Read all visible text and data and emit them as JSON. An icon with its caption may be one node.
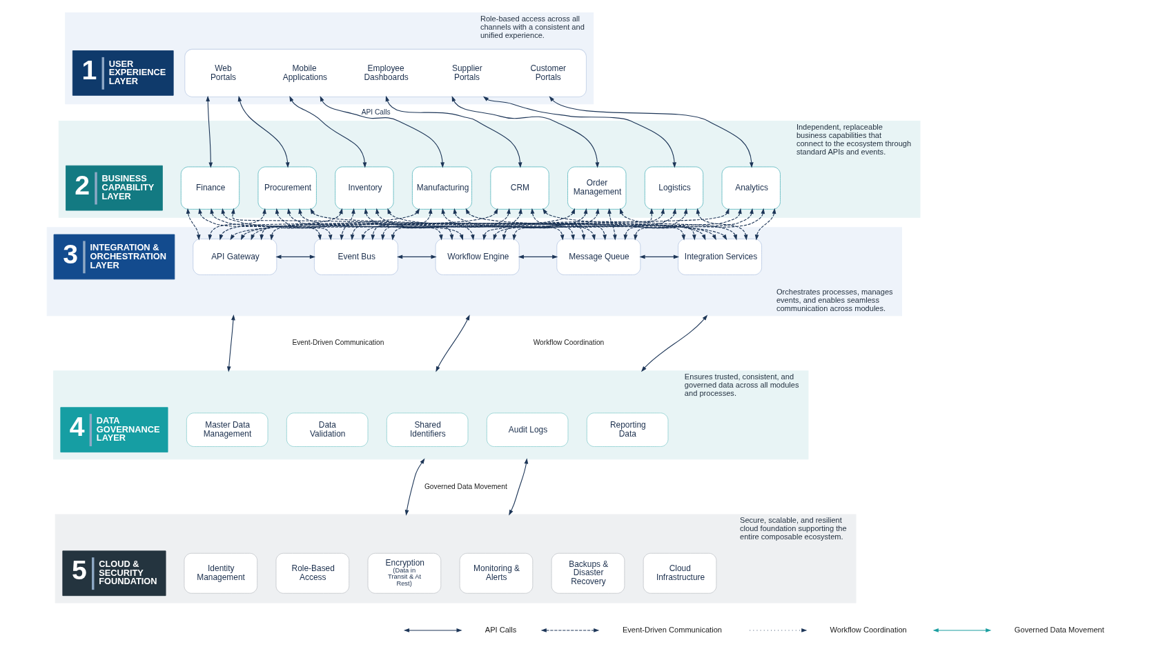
{
  "diagram": {
    "nodes": [
      {
        "text": [
          "Role-based access across all channels with a consistent and unified experience."
        ]
      },
      {
        "text": [
          "1",
          "USER EXPERIENCE LAYER"
        ],
        "in": 0
      },
      {
        "text": [],
        "shape": "box",
        "in": 0
      },
      {
        "text": [
          "Web Portals"
        ],
        "in": 2
      },
      {
        "text": [
          "Mobile Applications"
        ],
        "in": 2
      },
      {
        "text": [
          "Employee Dashboards"
        ],
        "in": 2
      },
      {
        "text": [
          "Supplier Portals"
        ],
        "in": 2
      },
      {
        "text": [
          "Customer Portals"
        ],
        "in": 2
      },
      {
        "text": [
          "Independent, replaceable business capabilities that connect to the ecosystem through standard APIs and events."
        ]
      },
      {
        "text": [
          "2",
          "BUSINESS CAPABILITY LAYER"
        ],
        "in": 8
      },
      {
        "text": [
          "Finance"
        ],
        "in": 8
      },
      {
        "text": [
          "Procurement"
        ],
        "in": 8
      },
      {
        "text": [
          "Inventory"
        ],
        "in": 8
      },
      {
        "text": [
          "Manufacturing"
        ],
        "in": 8
      },
      {
        "text": [
          "CRM"
        ],
        "in": 8
      },
      {
        "text": [
          "Order Management"
        ],
        "in": 8
      },
      {
        "text": [
          "Logistics"
        ],
        "in": 8
      },
      {
        "text": [
          "Analytics"
        ],
        "in": 8
      },
      {
        "text": [
          "Orchestrates processes, manages events, and enables seamless communication across modules."
        ]
      },
      {
        "text": [
          "3",
          "INTEGRATION & ORCHESTRATION LAYER"
        ],
        "in": 18
      },
      {
        "text": [
          "API Gateway"
        ],
        "in": 18
      },
      {
        "text": [
          "Event Bus"
        ],
        "in": 18
      },
      {
        "text": [
          "Workflow Engine"
        ],
        "in": 18
      },
      {
        "text": [
          "Message Queue"
        ],
        "in": 18
      },
      {
        "text": [
          "Integration Services"
        ],
        "in": 18
      },
      {
        "text": [
          "Ensures trusted, consistent, and governed data across all modules and processes."
        ]
      },
      {
        "text": [
          "4",
          "DATA GOVERNANCE LAYER"
        ],
        "in": 25
      },
      {
        "text": [
          "Master Data Management"
        ],
        "in": 25
      },
      {
        "text": [
          "Data Validation"
        ],
        "in": 25
      },
      {
        "text": [
          "Shared Identifiers"
        ],
        "in": 25
      },
      {
        "text": [
          "Audit Logs"
        ],
        "in": 25
      },
      {
        "text": [
          "Reporting Data"
        ],
        "in": 25
      },
      {
        "text": [
          "Secure, scalable, and resilient cloud foundation supporting the entire composable ecosystem."
        ]
      },
      {
        "text": [
          "5",
          "CLOUD & SECURITY FOUNDATION"
        ],
        "in": 32
      },
      {
        "text": [
          "Identity Management"
        ],
        "in": 32
      },
      {
        "text": [
          "Role-Based Access"
        ],
        "in": 32
      },
      {
        "text": [
          "Encryption",
          "(Data in Transit & At Rest)"
        ],
        "in": 32
      },
      {
        "text": [
          "Monitoring & Alerts"
        ],
        "in": 32
      },
      {
        "text": [
          "Backups & Disaster Recovery"
        ],
        "in": 32
      },
      {
        "text": [
          "Cloud Infrastructure"
        ],
        "in": 32
      }
    ],
    "edges": [
      {
        "from": 2,
        "to": 10,
        "arrow": "both"
      },
      {
        "from": 2,
        "to": 11,
        "arrow": "both"
      },
      {
        "from": 2,
        "to": 12,
        "arrow": "both"
      },
      {
        "from": 2,
        "to": 13,
        "arrow": "both",
        "label": "API Calls"
      },
      {
        "from": 2,
        "to": 14,
        "arrow": "both"
      },
      {
        "from": 2,
        "to": 15,
        "arrow": "both"
      },
      {
        "from": 2,
        "to": 16,
        "arrow": "both"
      },
      {
        "from": 2,
        "to": 17,
        "arrow": "both"
      },
      {
        "from": 10,
        "to": 20,
        "arrow": "both",
        "style": "dashed"
      },
      {
        "from": 10,
        "to": 21,
        "arrow": "both",
        "style": "dashed"
      },
      {
        "from": 10,
        "to": 22,
        "arrow": "both",
        "style": "dashed"
      },
      {
        "from": 10,
        "to": 23,
        "arrow": "both",
        "style": "dashed"
      },
      {
        "from": 10,
        "to": 24,
        "arrow": "both",
        "style": "dashed"
      },
      {
        "from": 11,
        "to": 20,
        "arrow": "both",
        "style": "dashed"
      },
      {
        "from": 11,
        "to": 21,
        "arrow": "both",
        "style": "dashed"
      },
      {
        "from": 11,
        "to": 22,
        "arrow": "both",
        "style": "dashed"
      },
      {
        "from": 11,
        "to": 23,
        "arrow": "both",
        "style": "dashed"
      },
      {
        "from": 11,
        "to": 24,
        "arrow": "both",
        "style": "dashed"
      },
      {
        "from": 12,
        "to": 20,
        "arrow": "both",
        "style": "dashed"
      },
      {
        "from": 12,
        "to": 21,
        "arrow": "both",
        "style": "dashed"
      },
      {
        "from": 12,
        "to": 22,
        "arrow": "both",
        "style": "dashed"
      },
      {
        "from": 12,
        "to": 23,
        "arrow": "both",
        "style": "dashed"
      },
      {
        "from": 12,
        "to": 24,
        "arrow": "both",
        "style": "dashed"
      },
      {
        "from": 13,
        "to": 20,
        "arrow": "both",
        "style": "dashed"
      },
      {
        "from": 13,
        "to": 21,
        "arrow": "both",
        "style": "dashed"
      },
      {
        "from": 13,
        "to": 22,
        "arrow": "both",
        "style": "dashed"
      },
      {
        "from": 13,
        "to": 23,
        "arrow": "both",
        "style": "dashed"
      },
      {
        "from": 13,
        "to": 24,
        "arrow": "both",
        "style": "dashed"
      },
      {
        "from": 14,
        "to": 20,
        "arrow": "both",
        "style": "dashed"
      },
      {
        "from": 14,
        "to": 21,
        "arrow": "both",
        "style": "dashed"
      },
      {
        "from": 14,
        "to": 22,
        "arrow": "both",
        "style": "dashed"
      },
      {
        "from": 14,
        "to": 23,
        "arrow": "both",
        "style": "dashed"
      },
      {
        "from": 14,
        "to": 24,
        "arrow": "both",
        "style": "dashed"
      },
      {
        "from": 15,
        "to": 20,
        "arrow": "both",
        "style": "dashed"
      },
      {
        "from": 15,
        "to": 21,
        "arrow": "both",
        "style": "dashed"
      },
      {
        "from": 15,
        "to": 22,
        "arrow": "both",
        "style": "dashed"
      },
      {
        "from": 15,
        "to": 23,
        "arrow": "both",
        "style": "dashed"
      },
      {
        "from": 15,
        "to": 24,
        "arrow": "both",
        "style": "dashed"
      },
      {
        "from": 16,
        "to": 20,
        "arrow": "both",
        "style": "dashed"
      },
      {
        "from": 16,
        "to": 21,
        "arrow": "both",
        "style": "dashed"
      },
      {
        "from": 16,
        "to": 22,
        "arrow": "both",
        "style": "dashed"
      },
      {
        "from": 16,
        "to": 23,
        "arrow": "both",
        "style": "dashed"
      },
      {
        "from": 16,
        "to": 24,
        "arrow": "both",
        "style": "dashed"
      },
      {
        "from": 17,
        "to": 20,
        "arrow": "both",
        "style": "dashed"
      },
      {
        "from": 17,
        "to": 21,
        "arrow": "both",
        "style": "dashed"
      },
      {
        "from": 17,
        "to": 22,
        "arrow": "both",
        "style": "dashed"
      },
      {
        "from": 17,
        "to": 23,
        "arrow": "both",
        "style": "dashed"
      },
      {
        "from": 17,
        "to": 24,
        "arrow": "both",
        "style": "dashed"
      },
      {
        "from": 20,
        "to": 21,
        "arrow": "both"
      },
      {
        "from": 21,
        "to": 22,
        "arrow": "both"
      },
      {
        "from": 22,
        "to": 23,
        "arrow": "both"
      },
      {
        "from": 23,
        "to": 24,
        "arrow": "both"
      },
      {
        "from": 18,
        "to": 25,
        "arrow": "both"
      },
      {
        "from": 18,
        "to": 25,
        "arrow": "both"
      },
      {
        "from": 18,
        "to": 25,
        "arrow": "both"
      },
      {
        "from": 25,
        "to": 32,
        "arrow": "both"
      },
      {
        "from": 25,
        "to": 32,
        "arrow": "both"
      }
    ],
    "labels": [
      "Event-Driven Communication",
      "Workflow Coordination",
      "Governed Data Movement"
    ],
    "legend": [
      {
        "text": "API Calls"
      },
      {
        "text": "Event-Driven Communication"
      },
      {
        "text": "Workflow Coordination"
      },
      {
        "text": "Governed Data Movement"
      }
    ]
  }
}
